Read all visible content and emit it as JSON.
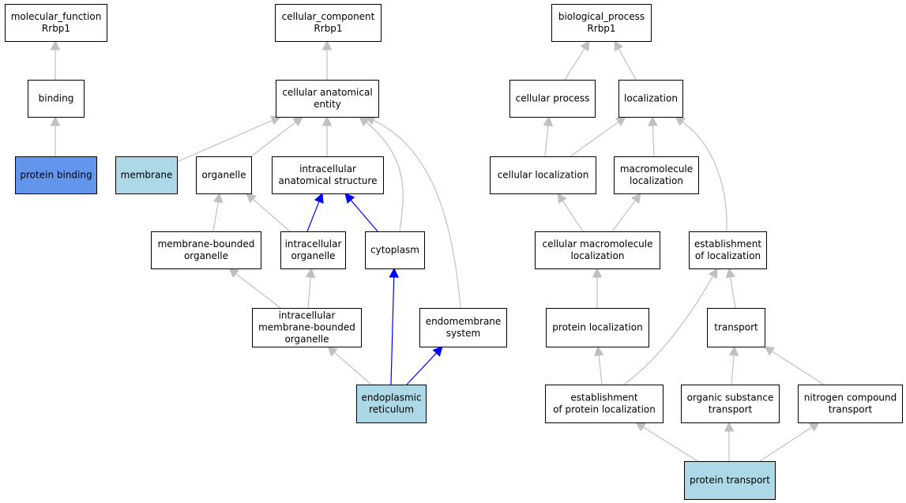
{
  "colors": {
    "edge_default": "#c0c0c0",
    "edge_highlight": "#0000ff",
    "node_fill_default": "#ffffff",
    "node_fill_annotated": "#add8e6",
    "node_fill_focus": "#6495ed"
  },
  "nodes": {
    "mf_root": {
      "lines": [
        "molecular_function",
        "Rrbp1"
      ],
      "style": "default"
    },
    "cc_root": {
      "lines": [
        "cellular_component",
        "Rrbp1"
      ],
      "style": "default"
    },
    "bp_root": {
      "lines": [
        "biological_process",
        "Rrbp1"
      ],
      "style": "default"
    },
    "binding": {
      "lines": [
        "binding"
      ],
      "style": "default"
    },
    "protein_binding": {
      "lines": [
        "protein binding"
      ],
      "style": "focus"
    },
    "cellular_anatomical_entity": {
      "lines": [
        "cellular anatomical",
        "entity"
      ],
      "style": "default"
    },
    "membrane": {
      "lines": [
        "membrane"
      ],
      "style": "annotated"
    },
    "organelle": {
      "lines": [
        "organelle"
      ],
      "style": "default"
    },
    "intracellular_anatomical_structure": {
      "lines": [
        "intracellular",
        "anatomical structure"
      ],
      "style": "default"
    },
    "membrane_bounded_organelle": {
      "lines": [
        "membrane-bounded",
        "organelle"
      ],
      "style": "default"
    },
    "intracellular_organelle": {
      "lines": [
        "intracellular",
        "organelle"
      ],
      "style": "default"
    },
    "cytoplasm": {
      "lines": [
        "cytoplasm"
      ],
      "style": "default"
    },
    "intracellular_mbo": {
      "lines": [
        "intracellular",
        "membrane-bounded",
        "organelle"
      ],
      "style": "default"
    },
    "endomembrane_system": {
      "lines": [
        "endomembrane",
        "system"
      ],
      "style": "default"
    },
    "endoplasmic_reticulum": {
      "lines": [
        "endoplasmic",
        "reticulum"
      ],
      "style": "annotated"
    },
    "cellular_process": {
      "lines": [
        "cellular process"
      ],
      "style": "default"
    },
    "localization": {
      "lines": [
        "localization"
      ],
      "style": "default"
    },
    "cellular_localization": {
      "lines": [
        "cellular localization"
      ],
      "style": "default"
    },
    "macromolecule_localization": {
      "lines": [
        "macromolecule",
        "localization"
      ],
      "style": "default"
    },
    "cellular_macromolecule_localization": {
      "lines": [
        "cellular macromolecule",
        "localization"
      ],
      "style": "default"
    },
    "establishment_of_localization": {
      "lines": [
        "establishment",
        "of localization"
      ],
      "style": "default"
    },
    "protein_localization": {
      "lines": [
        "protein localization"
      ],
      "style": "default"
    },
    "transport": {
      "lines": [
        "transport"
      ],
      "style": "default"
    },
    "establishment_of_protein_localization": {
      "lines": [
        "establishment",
        "of protein localization"
      ],
      "style": "default"
    },
    "organic_substance_transport": {
      "lines": [
        "organic substance",
        "transport"
      ],
      "style": "default"
    },
    "nitrogen_compound_transport": {
      "lines": [
        "nitrogen compound",
        "transport"
      ],
      "style": "default"
    },
    "protein_transport": {
      "lines": [
        "protein transport"
      ],
      "style": "annotated"
    }
  },
  "edges": [
    {
      "from": "binding",
      "to": "mf_root",
      "highlight": false
    },
    {
      "from": "protein_binding",
      "to": "binding",
      "highlight": false
    },
    {
      "from": "cellular_anatomical_entity",
      "to": "cc_root",
      "highlight": false
    },
    {
      "from": "membrane",
      "to": "cellular_anatomical_entity",
      "highlight": false
    },
    {
      "from": "organelle",
      "to": "cellular_anatomical_entity",
      "highlight": false
    },
    {
      "from": "intracellular_anatomical_structure",
      "to": "cellular_anatomical_entity",
      "highlight": false
    },
    {
      "from": "cytoplasm",
      "to": "cellular_anatomical_entity",
      "highlight": false
    },
    {
      "from": "endomembrane_system",
      "to": "cellular_anatomical_entity",
      "highlight": false
    },
    {
      "from": "membrane_bounded_organelle",
      "to": "organelle",
      "highlight": false
    },
    {
      "from": "intracellular_organelle",
      "to": "organelle",
      "highlight": false
    },
    {
      "from": "intracellular_organelle",
      "to": "intracellular_anatomical_structure",
      "highlight": true
    },
    {
      "from": "cytoplasm",
      "to": "intracellular_anatomical_structure",
      "highlight": true
    },
    {
      "from": "intracellular_mbo",
      "to": "membrane_bounded_organelle",
      "highlight": false
    },
    {
      "from": "intracellular_mbo",
      "to": "intracellular_organelle",
      "highlight": false
    },
    {
      "from": "endoplasmic_reticulum",
      "to": "intracellular_mbo",
      "highlight": false
    },
    {
      "from": "endoplasmic_reticulum",
      "to": "cytoplasm",
      "highlight": true
    },
    {
      "from": "endoplasmic_reticulum",
      "to": "endomembrane_system",
      "highlight": true
    },
    {
      "from": "cellular_process",
      "to": "bp_root",
      "highlight": false
    },
    {
      "from": "localization",
      "to": "bp_root",
      "highlight": false
    },
    {
      "from": "cellular_localization",
      "to": "cellular_process",
      "highlight": false
    },
    {
      "from": "cellular_localization",
      "to": "localization",
      "highlight": false
    },
    {
      "from": "macromolecule_localization",
      "to": "localization",
      "highlight": false
    },
    {
      "from": "establishment_of_localization",
      "to": "localization",
      "highlight": false
    },
    {
      "from": "cellular_macromolecule_localization",
      "to": "cellular_localization",
      "highlight": false
    },
    {
      "from": "cellular_macromolecule_localization",
      "to": "macromolecule_localization",
      "highlight": false
    },
    {
      "from": "protein_localization",
      "to": "cellular_macromolecule_localization",
      "highlight": false
    },
    {
      "from": "transport",
      "to": "establishment_of_localization",
      "highlight": false
    },
    {
      "from": "establishment_of_protein_localization",
      "to": "protein_localization",
      "highlight": false
    },
    {
      "from": "establishment_of_protein_localization",
      "to": "establishment_of_localization",
      "highlight": false
    },
    {
      "from": "organic_substance_transport",
      "to": "transport",
      "highlight": false
    },
    {
      "from": "nitrogen_compound_transport",
      "to": "transport",
      "highlight": false
    },
    {
      "from": "protein_transport",
      "to": "establishment_of_protein_localization",
      "highlight": false
    },
    {
      "from": "protein_transport",
      "to": "organic_substance_transport",
      "highlight": false
    },
    {
      "from": "protein_transport",
      "to": "nitrogen_compound_transport",
      "highlight": false
    }
  ]
}
